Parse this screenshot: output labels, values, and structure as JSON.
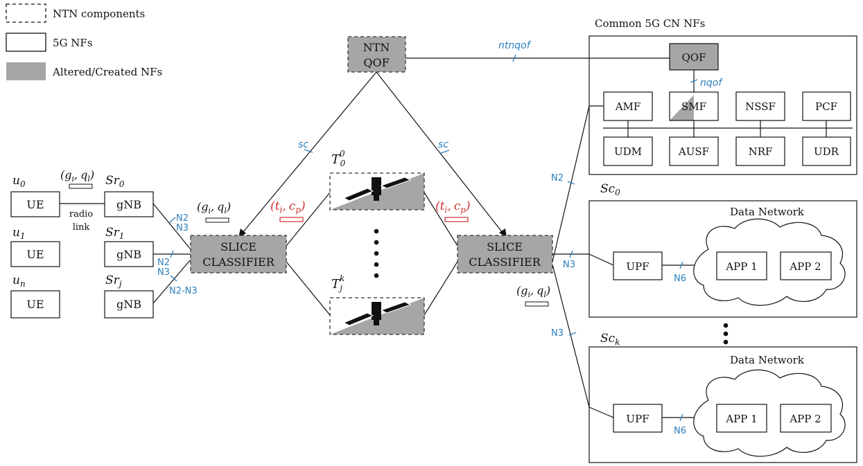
{
  "legend": {
    "dashed": "NTN components",
    "solid": "5G NFs",
    "filled": "Altered/Created NFs"
  },
  "ues": [
    {
      "label": "u0",
      "main": "u",
      "sub": "0",
      "box": "UE"
    },
    {
      "label": "u1",
      "main": "u",
      "sub": "1",
      "box": "UE"
    },
    {
      "label": "un",
      "main": "u",
      "sub": "n",
      "box": "UE"
    }
  ],
  "gnbs": [
    {
      "main": "Sr",
      "sub": "0",
      "box": "gNB"
    },
    {
      "main": "Sr",
      "sub": "1",
      "box": "gNB"
    },
    {
      "main": "Sr",
      "sub": "j",
      "box": "gNB"
    }
  ],
  "radio_link": [
    "radio",
    "link"
  ],
  "gq_label": "(g",
  "tc_label": "(t",
  "ntn_qof": [
    "NTN",
    "QOF"
  ],
  "slice_classifier": [
    "SLICE",
    "CLASSIFIER"
  ],
  "satellites": [
    {
      "main": "T",
      "sub": "0",
      "sup": "0"
    },
    {
      "main": "T",
      "sub": "j",
      "sup": "k"
    }
  ],
  "iface": {
    "ntnqof": "ntnqof",
    "nqof": "nqof",
    "sc": "sc",
    "n2": "N2",
    "n3": "N3",
    "n2n3": "N2-N3",
    "n6": "N6"
  },
  "core": {
    "title": "Common 5G CN NFs",
    "qof": "QOF",
    "row1": [
      "AMF",
      "SMF",
      "NSSF",
      "PCF"
    ],
    "row2": [
      "UDM",
      "AUSF",
      "NRF",
      "UDR"
    ]
  },
  "slices": [
    {
      "main": "Sc",
      "sub": "0",
      "dn": "Data Network",
      "upf": "UPF",
      "apps": [
        "APP 1",
        "APP 2"
      ]
    },
    {
      "main": "Sc",
      "sub": "k",
      "dn": "Data Network",
      "upf": "UPF",
      "apps": [
        "APP 1",
        "APP 2"
      ]
    }
  ],
  "colors": {
    "fill": "#a6a6a6",
    "line": "#111111",
    "interface": "#2a7fbd",
    "highlight": "#d0302f"
  }
}
